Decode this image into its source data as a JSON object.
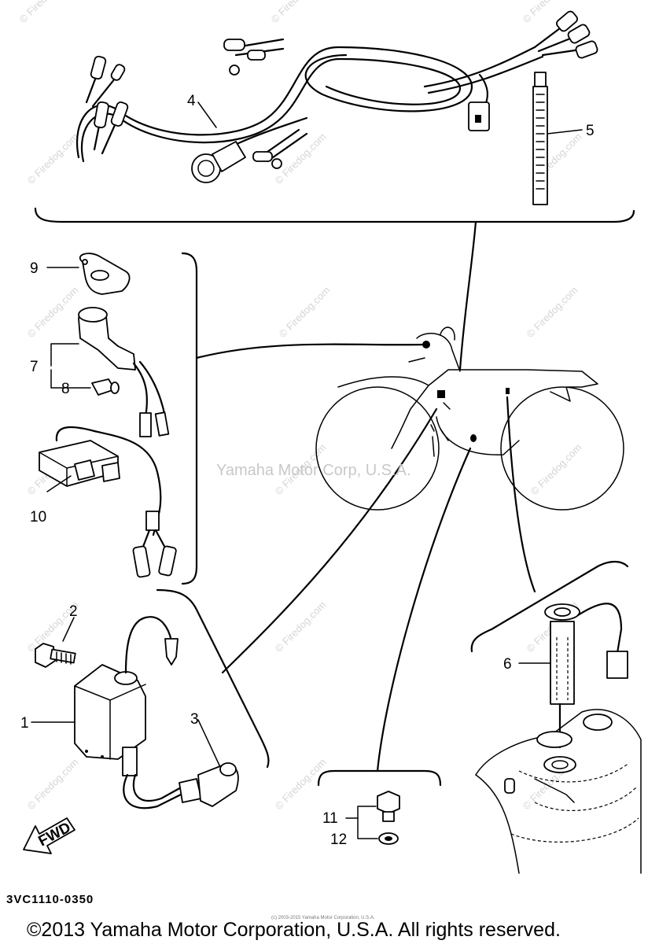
{
  "callouts": {
    "c1": "1",
    "c2": "2",
    "c3": "3",
    "c4": "4",
    "c5": "5",
    "c6": "6",
    "c7": "7",
    "c8": "8",
    "c9": "9",
    "c10": "10",
    "c11": "11",
    "c12": "12"
  },
  "fwd_label": "FWD",
  "diagram_code": "3VC1110-0350",
  "center_watermark": "Yamaha Motor Corp, U.S.A.",
  "watermark": "© Firedog.com",
  "tiny_notice": "(c) 2003-2015 Yamaha Motor Corporation, U.S.A.",
  "copyright": "©2013 Yamaha Motor Corporation, U.S.A. All rights reserved."
}
